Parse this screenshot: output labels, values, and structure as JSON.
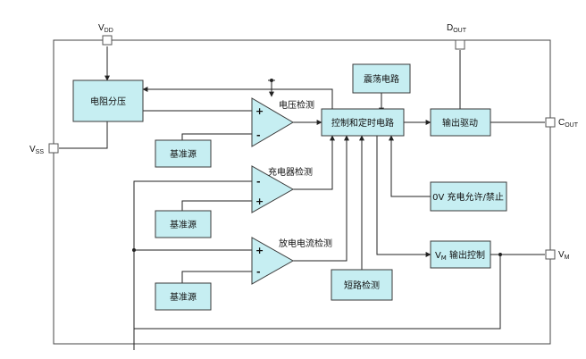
{
  "pins": {
    "vdd": {
      "main": "V",
      "sub": "DD"
    },
    "vss": {
      "main": "V",
      "sub": "SS"
    },
    "dout": {
      "main": "D",
      "sub": "OUT"
    },
    "cout": {
      "main": "C",
      "sub": "OUT"
    },
    "vm": {
      "main": "V",
      "sub": "M"
    }
  },
  "blocks": {
    "divider": "电阻分压",
    "oscillator": "震荡电路",
    "control_timer": "控制和定时电路",
    "output_driver": "输出驱动",
    "ref1": "基准源",
    "ref2": "基准源",
    "ref3": "基准源",
    "zero_v_charge": "0V 充电允许/禁止",
    "vm_control": {
      "main": "V",
      "sub": "M",
      "rest": " 输出控制"
    },
    "short_detect": "短路检测"
  },
  "comparators": {
    "voltage_detect": {
      "label": "电压检测",
      "top_sign": "+",
      "bottom_sign": "-"
    },
    "charger_detect": {
      "label": "充电器检测",
      "top_sign": "-",
      "bottom_sign": "+"
    },
    "discharge_detect": {
      "label": "放电电流检测",
      "top_sign": "+",
      "bottom_sign": "-"
    }
  },
  "colors": {
    "block_fill": "#c6eef2",
    "line": "#222222"
  }
}
